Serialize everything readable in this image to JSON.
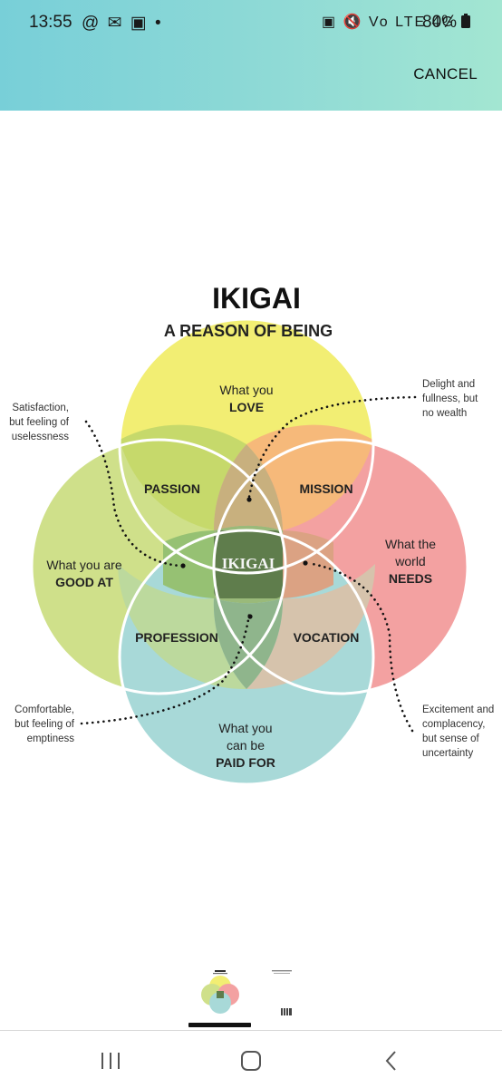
{
  "status_bar": {
    "time": "13:55",
    "left_icons": "@ ✉ ▣ •",
    "right_icons": "▣ 🔇 Vo LTE 4G ıl",
    "battery": "80%"
  },
  "header": {
    "cancel_label": "CANCEL"
  },
  "diagram": {
    "title": "IKIGAI",
    "subtitle": "A REASON OF BEING",
    "circles": {
      "love": {
        "line1": "What you",
        "line2": "LOVE",
        "color": "#f2ee73"
      },
      "good_at": {
        "line1": "What you are",
        "line2": "GOOD AT",
        "color": "#cfe08a"
      },
      "world_needs": {
        "line1": "What the",
        "line2": "world",
        "line3": "NEEDS",
        "color": "#f3a1a1"
      },
      "paid_for": {
        "line1": "What you",
        "line2": "can be",
        "line3": "PAID FOR",
        "color": "#a8d9d8"
      }
    },
    "overlaps": {
      "passion": "PASSION",
      "mission": "MISSION",
      "profession": "PROFESSION",
      "vocation": "VOCATION",
      "center": "IKIGAI"
    },
    "annotations": {
      "satisfaction": [
        "Satisfaction,",
        "but feeling of",
        "uselessness"
      ],
      "delight": [
        "Delight and",
        "fullness, but",
        "no wealth"
      ],
      "comfortable": [
        "Comfortable,",
        "but feeling of",
        "emptiness"
      ],
      "excitement": [
        "Excitement and",
        "complacency,",
        "but sense of",
        "uncertainty"
      ]
    }
  },
  "gallery": {
    "selected_index": 0,
    "count": 2
  },
  "nav": {
    "recents_icon": "recent-apps-icon",
    "home_icon": "home-icon",
    "back_icon": "back-icon"
  }
}
